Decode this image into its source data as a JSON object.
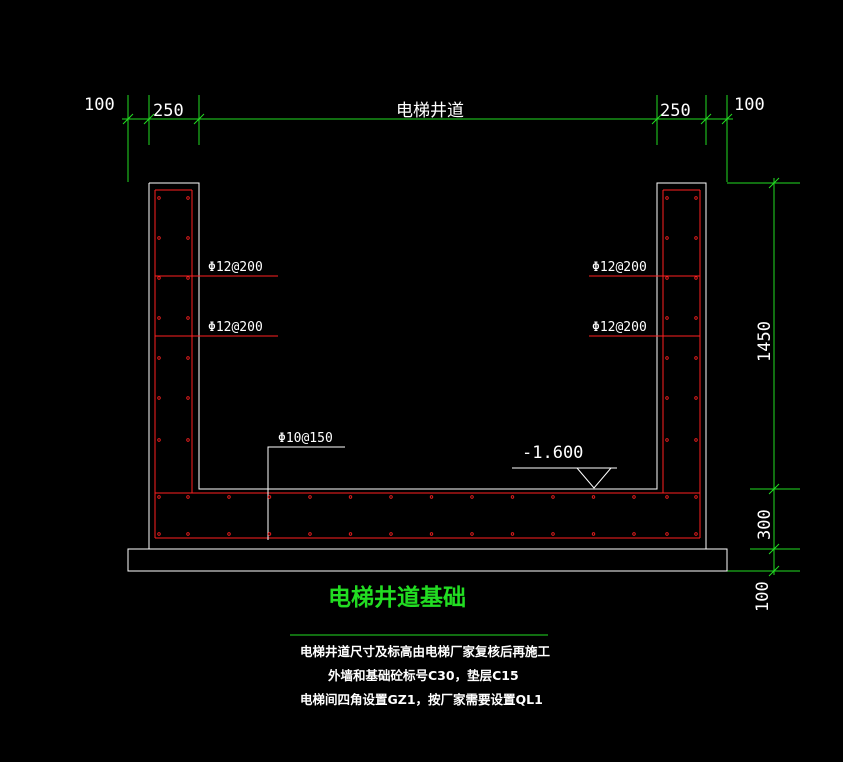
{
  "drawing": {
    "dimensions_top": {
      "left_offset": "100",
      "left_wall": "250",
      "shaft": "电梯井道",
      "right_wall": "250",
      "right_offset": "100"
    },
    "dimensions_right": {
      "wall_height": "1450",
      "base_thickness": "300",
      "cushion": "100"
    },
    "rebar_labels": {
      "left_upper": "Φ12@200",
      "left_lower": "Φ12@200",
      "right_upper": "Φ12@200",
      "right_lower": "Φ12@200",
      "base": "Φ10@150"
    },
    "elevation": "-1.600",
    "title": "电梯井道基础",
    "notes": [
      "电梯井道尺寸及标高由电梯厂家复核后再施工",
      "外墙和基础砼标号C30，垫层C15",
      "电梯间四角设置GZ1，按厂家需要设置QL1"
    ],
    "colors": {
      "background": "#000000",
      "outline": "#ffffff",
      "dimension": "#22dd22",
      "rebar": "#ff2020",
      "rebar_leader": "#ff2020",
      "title": "#22dd22"
    }
  }
}
